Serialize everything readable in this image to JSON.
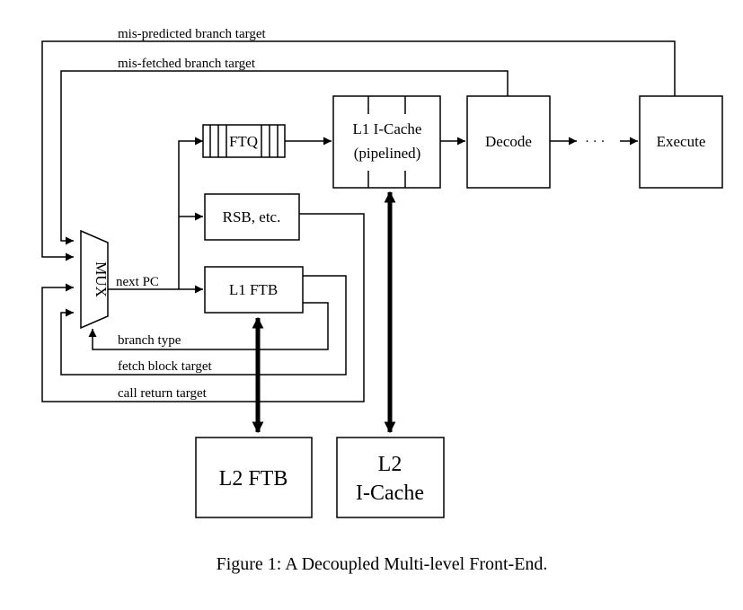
{
  "diagram": {
    "blocks": {
      "ftq": "FTQ",
      "icache_line1": "L1 I-Cache",
      "icache_line2": "(pipelined)",
      "decode": "Decode",
      "execute": "Execute",
      "rsb": "RSB, etc.",
      "l1_ftb": "L1 FTB",
      "mux": "MUX",
      "l2_ftb": "L2 FTB",
      "l2_icache_line1": "L2",
      "l2_icache_line2": "I-Cache"
    },
    "ellipsis": "· · ·",
    "signals": {
      "mispredicted": "mis-predicted branch target",
      "misfetched": "mis-fetched branch target",
      "next_pc": "next PC",
      "branch_type": "branch type",
      "fetch_block_target": "fetch block target",
      "call_return_target": "call return target"
    },
    "colors": {
      "line": "#000000",
      "background": "#ffffff"
    }
  },
  "caption": "Figure 1: A Decoupled Multi-level Front-End."
}
